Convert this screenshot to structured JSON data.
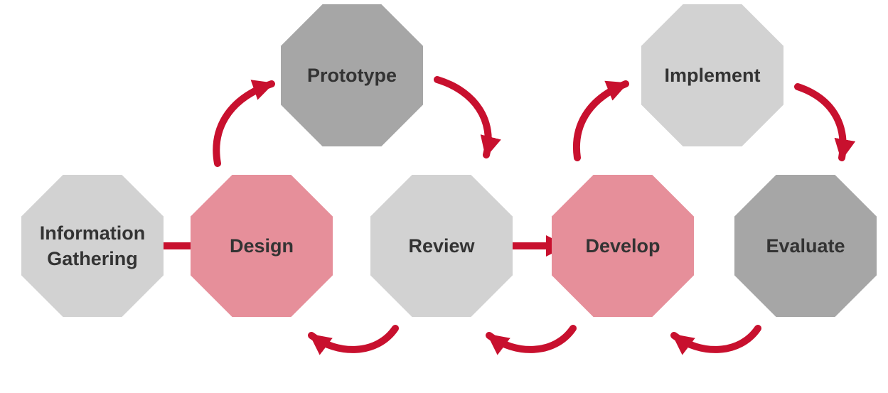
{
  "colors": {
    "accent": "#C8102E",
    "light_gray": "#D2D2D2",
    "dark_gray": "#A6A6A6",
    "pink": "#E68F9A",
    "text": "#333333"
  },
  "nodes": [
    {
      "id": "information-gathering",
      "lines": [
        "Information",
        "Gathering"
      ],
      "color": "light_gray"
    },
    {
      "id": "design",
      "lines": [
        "Design"
      ],
      "color": "pink"
    },
    {
      "id": "prototype",
      "lines": [
        "Prototype"
      ],
      "color": "dark_gray"
    },
    {
      "id": "review",
      "lines": [
        "Review"
      ],
      "color": "light_gray"
    },
    {
      "id": "develop",
      "lines": [
        "Develop"
      ],
      "color": "pink"
    },
    {
      "id": "implement",
      "lines": [
        "Implement"
      ],
      "color": "light_gray"
    },
    {
      "id": "evaluate",
      "lines": [
        "Evaluate"
      ],
      "color": "dark_gray"
    }
  ],
  "edges": [
    {
      "from": "information-gathering",
      "to": "design",
      "style": "straight"
    },
    {
      "from": "design",
      "to": "prototype",
      "style": "curved"
    },
    {
      "from": "prototype",
      "to": "review",
      "style": "curved"
    },
    {
      "from": "review",
      "to": "develop",
      "style": "straight"
    },
    {
      "from": "develop",
      "to": "implement",
      "style": "curved"
    },
    {
      "from": "implement",
      "to": "evaluate",
      "style": "curved"
    },
    {
      "from": "evaluate",
      "to": "develop",
      "style": "curved"
    },
    {
      "from": "develop",
      "to": "review",
      "style": "curved"
    },
    {
      "from": "review",
      "to": "design",
      "style": "curved"
    }
  ]
}
